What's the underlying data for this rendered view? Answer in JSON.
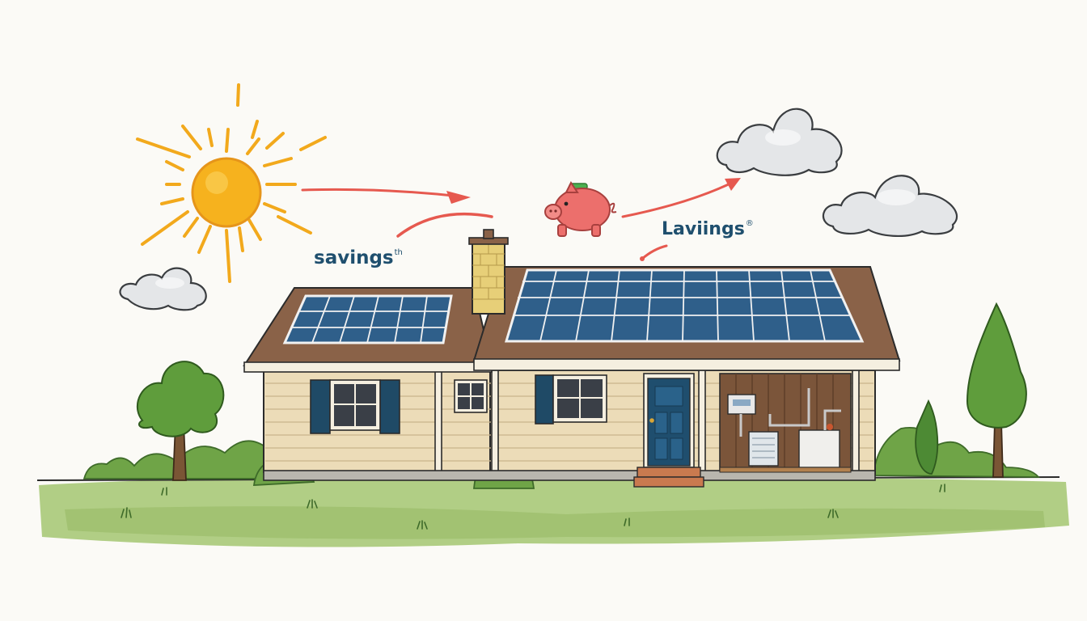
{
  "labels": {
    "left": {
      "text": "savings",
      "superscript": "th"
    },
    "right": {
      "text": "Laviings",
      "superscript": "®"
    }
  },
  "palette": {
    "background": "#fbfaf6",
    "sun": "#f6b21e",
    "sun_rays": "#f2a91c",
    "arrow": "#e6594f",
    "piggy": "#ec6f6c",
    "roof": "#8a6248",
    "siding": "#ecdcb8",
    "panel": "#2f5f8a",
    "shutter": "#1f4a66",
    "door": "#1f4e6e",
    "chimney": "#e7cf78",
    "grass": "#a9c979",
    "tree": "#5f9d3c",
    "cloud": "#e4e6e8",
    "label_text": "#1f4f6e"
  },
  "icons": [
    "sun-icon",
    "piggy-bank-icon",
    "cloud-icon",
    "arrow-icon",
    "solar-panel-icon",
    "house-icon",
    "tree-icon"
  ]
}
